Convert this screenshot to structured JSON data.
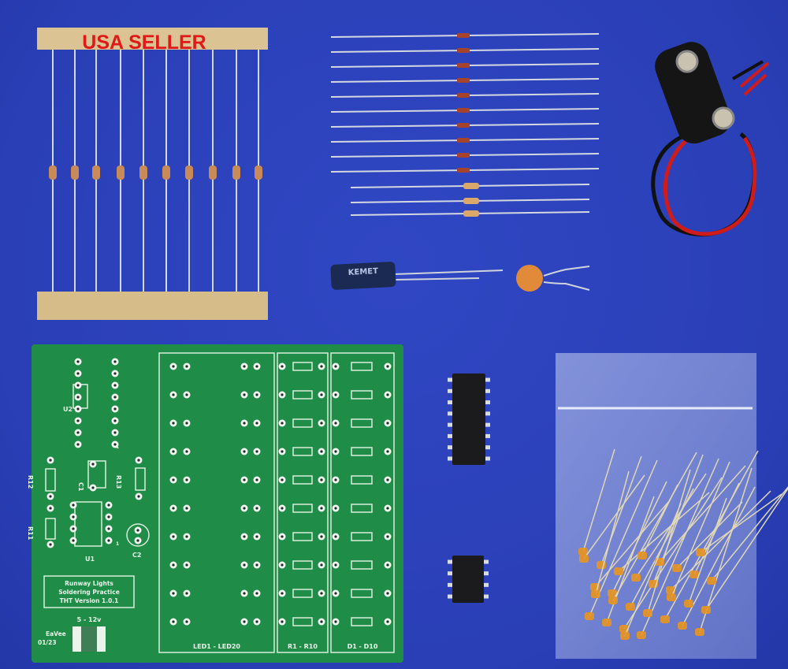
{
  "photo": {
    "tape_label": "USA SELLER",
    "capacitor_brand": "KEMET",
    "pcb": {
      "ref_u2": "U2",
      "ref_u1": "U1",
      "ref_c1": "C1",
      "ref_c2": "C2",
      "ref_r11": "R11",
      "ref_r12": "R12",
      "ref_r13": "R13",
      "pin1": "1",
      "title_line1": "Runway Lights",
      "title_line2": "Soldering Practice",
      "title_line3": "THT Version 1.0.1",
      "voltage": "5 - 12v",
      "author": "EaVee",
      "date": "01/23",
      "led_label": "LED1 - LED20",
      "resistor_label": "R1 - R10",
      "diode_label": "D1 - D10"
    },
    "colors": {
      "background": "#2c42bd",
      "pcb": "#1f8d47",
      "tape": "#d9c08e",
      "silkscreen": "#e8f5ea"
    }
  }
}
